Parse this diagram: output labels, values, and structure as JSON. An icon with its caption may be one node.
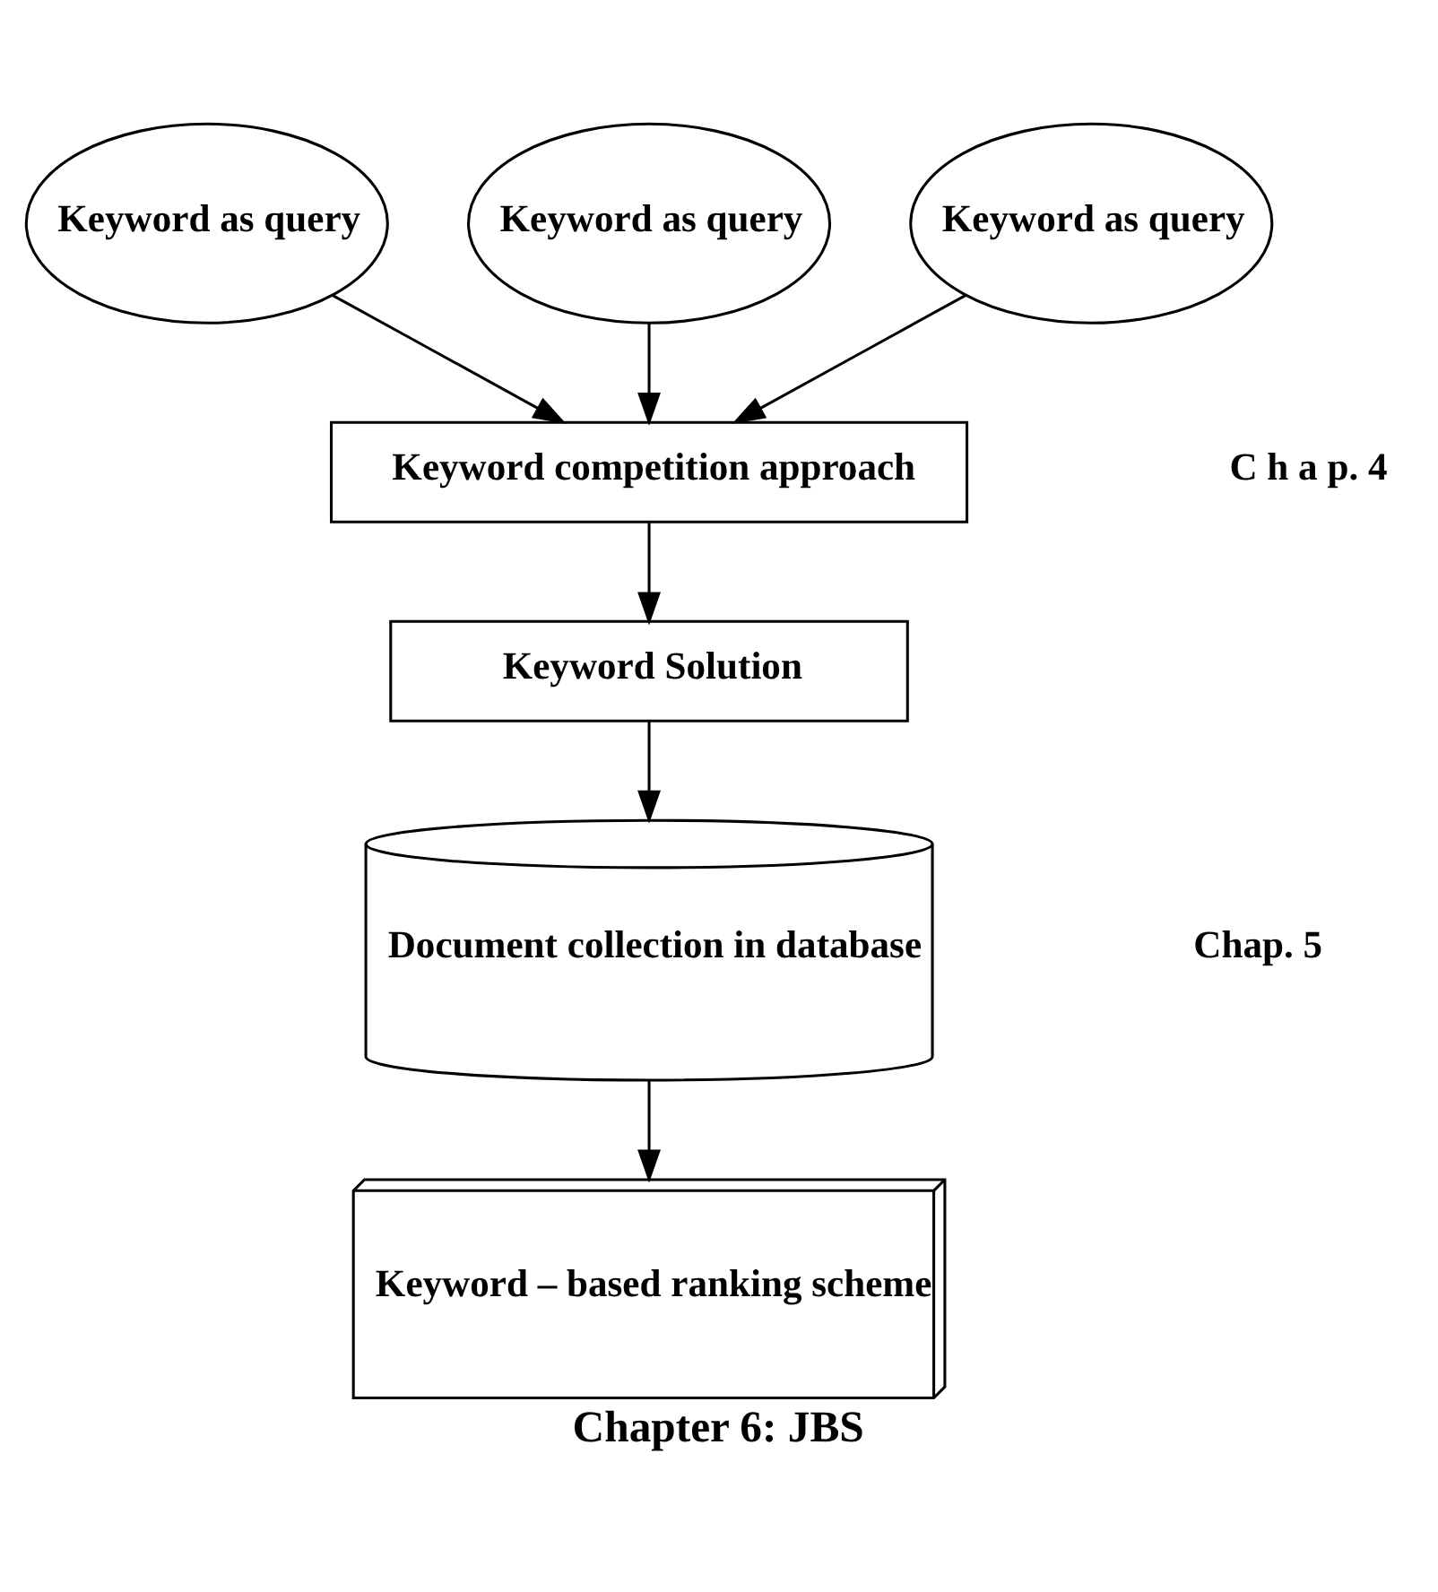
{
  "diagram": {
    "caption": "Chapter 6: JBS",
    "nodes": [
      {
        "text": [
          "Keyword as query"
        ]
      },
      {
        "text": [
          "Keyword as query"
        ]
      },
      {
        "text": [
          "Keyword as query"
        ]
      },
      {
        "text": [
          "Keyword competition approach"
        ]
      },
      {
        "text": [
          "Keyword Solution"
        ]
      },
      {
        "text": [
          "Document collection in database"
        ]
      },
      {
        "text": [
          "Keyword – based ranking scheme"
        ]
      }
    ],
    "edges": [
      {
        "from": 0,
        "to": 3,
        "arrow": "to"
      },
      {
        "from": 1,
        "to": 3,
        "arrow": "to"
      },
      {
        "from": 2,
        "to": 3,
        "arrow": "to"
      },
      {
        "from": 3,
        "to": 4,
        "arrow": "to"
      },
      {
        "from": 4,
        "to": 5,
        "arrow": "to"
      },
      {
        "from": 5,
        "to": 6,
        "arrow": "to"
      }
    ],
    "labels": [
      "C h a p. 4",
      "Chap. 5"
    ]
  }
}
